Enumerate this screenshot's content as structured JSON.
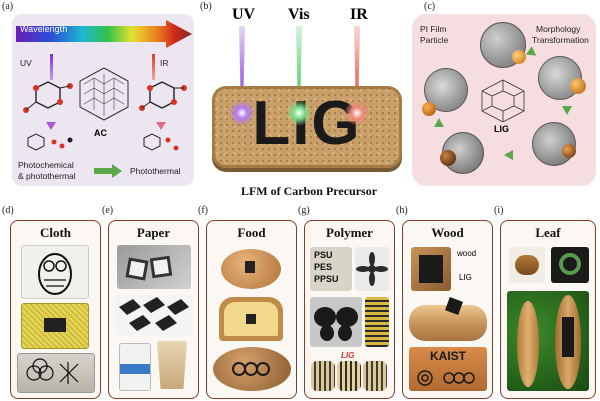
{
  "panel_labels": [
    "(a)",
    "(b)",
    "(c)",
    "(d)",
    "(e)",
    "(f)",
    "(g)",
    "(h)",
    "(i)"
  ],
  "panel_a": {
    "arrow_label": "Wavelength",
    "uv": "UV",
    "ir": "IR",
    "ac": "AC",
    "photochemical": "Photochemical",
    "photothermal_and": "& photothermal",
    "photothermal": "Photothermal"
  },
  "panel_b": {
    "uv": "UV",
    "vis": "Vis",
    "ir": "IR",
    "lig": "LIG",
    "caption": "LFM of Carbon Precursor"
  },
  "panel_c": {
    "pi_film": "PI Film",
    "particle": "Particle",
    "morphology": "Morphology",
    "transformation": "Transformation",
    "lig": "LIG"
  },
  "materials": [
    {
      "key": "cloth",
      "title": "Cloth"
    },
    {
      "key": "paper",
      "title": "Paper"
    },
    {
      "key": "food",
      "title": "Food"
    },
    {
      "key": "polymer",
      "title": "Polymer"
    },
    {
      "key": "wood",
      "title": "Wood"
    },
    {
      "key": "leaf",
      "title": "Leaf"
    }
  ],
  "polymer_text": {
    "psu": "PSU",
    "pes": "PES",
    "ppsu": "PPSU",
    "lig": "LIG"
  },
  "wood_text": {
    "wood": "wood",
    "lig": "LIG",
    "kaist": "KAIST"
  },
  "colors": {
    "frame": "#8a3c28",
    "uv": "#7b2fd6",
    "vis": "#2fc24a",
    "ir": "#e23a2a",
    "panel_c_bg": "#f6dde0",
    "panel_a_bg": "#ece6f0"
  }
}
